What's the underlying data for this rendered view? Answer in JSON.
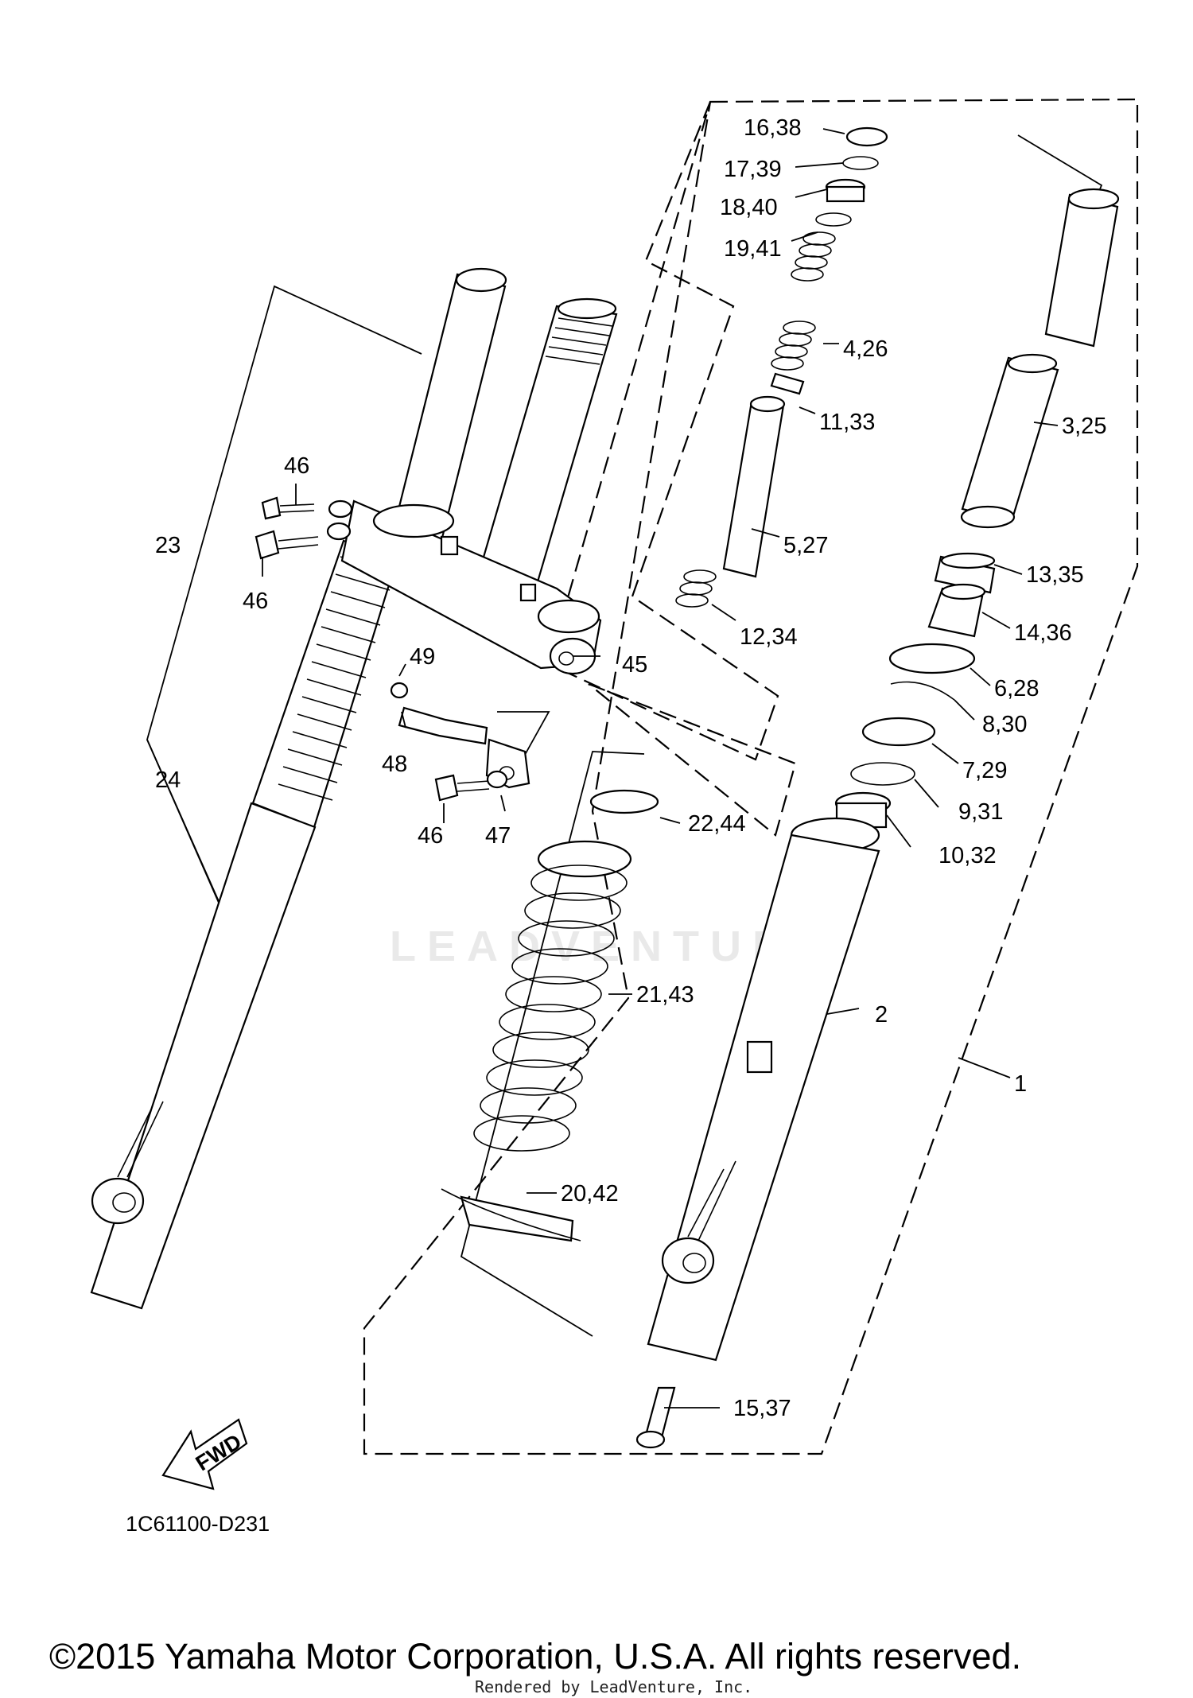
{
  "diagram": {
    "watermark": "LEADVENTURE",
    "diagram_code": "1C61100-D231",
    "direction_label": "FWD",
    "copyright": "©2015 Yamaha Motor Corporation, U.S.A. All rights reserved.",
    "rendered_by": "Rendered by LeadVenture, Inc.",
    "callouts": {
      "c1": "1",
      "c2": "2",
      "c3": "3,25",
      "c4": "4,26",
      "c5": "5,27",
      "c6": "6,28",
      "c7": "7,29",
      "c8": "8,30",
      "c9": "9,31",
      "c10": "10,32",
      "c11": "11,33",
      "c12": "12,34",
      "c13": "13,35",
      "c14": "14,36",
      "c15": "15,37",
      "c16": "16,38",
      "c17": "17,39",
      "c18": "18,40",
      "c19": "19,41",
      "c20": "20,42",
      "c21": "21,43",
      "c22": "22,44",
      "c23": "23",
      "c24": "24",
      "c45": "45",
      "c46a": "46",
      "c46b": "46",
      "c46c": "46",
      "c47": "47",
      "c48": "48",
      "c49": "49"
    }
  }
}
